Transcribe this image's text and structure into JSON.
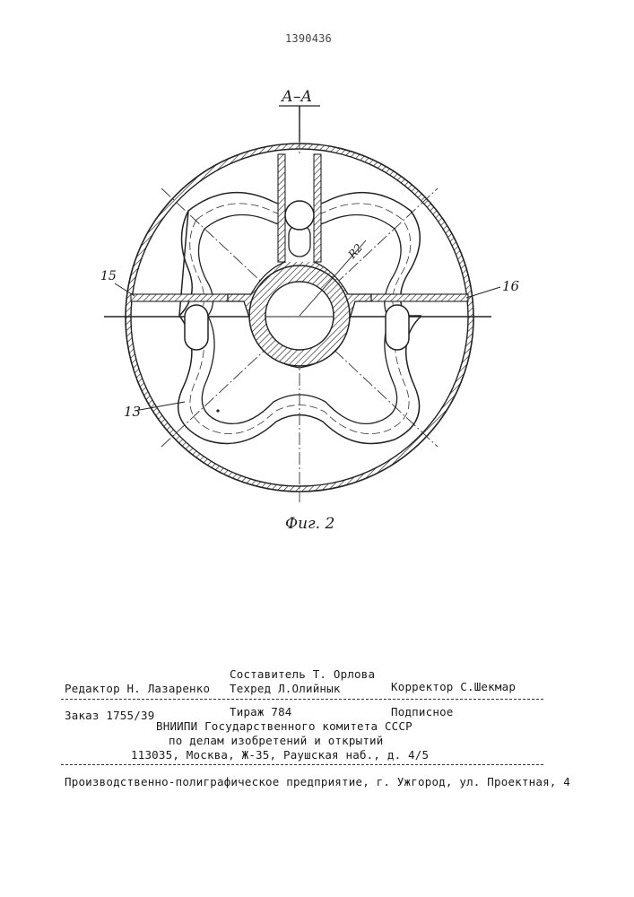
{
  "patent_number": "1390436",
  "section_label": "А–А",
  "figure_caption": "Фиг. 2",
  "callouts": {
    "c15": "15",
    "c16": "16",
    "c13": "13",
    "r2": "R2"
  },
  "imprint": {
    "editor": "Редактор Н. Лазаренко",
    "compiler": "Составитель Т. Орлова",
    "techred": "Техред Л.Олийнык",
    "corrector": "Корректор С.Шекмар",
    "order": "Заказ 1755/39",
    "circulation": "Тираж 784",
    "subscription": "Подписное",
    "org_line1": "ВНИИПИ Государственного комитета СССР",
    "org_line2": "по делам изобретений и открытий",
    "address": "113035, Москва, Ж-35, Раушская наб., д. 4/5",
    "printer": "Производственно-полиграфическое предприятие, г. Ужгород, ул. Проектная, 4"
  }
}
